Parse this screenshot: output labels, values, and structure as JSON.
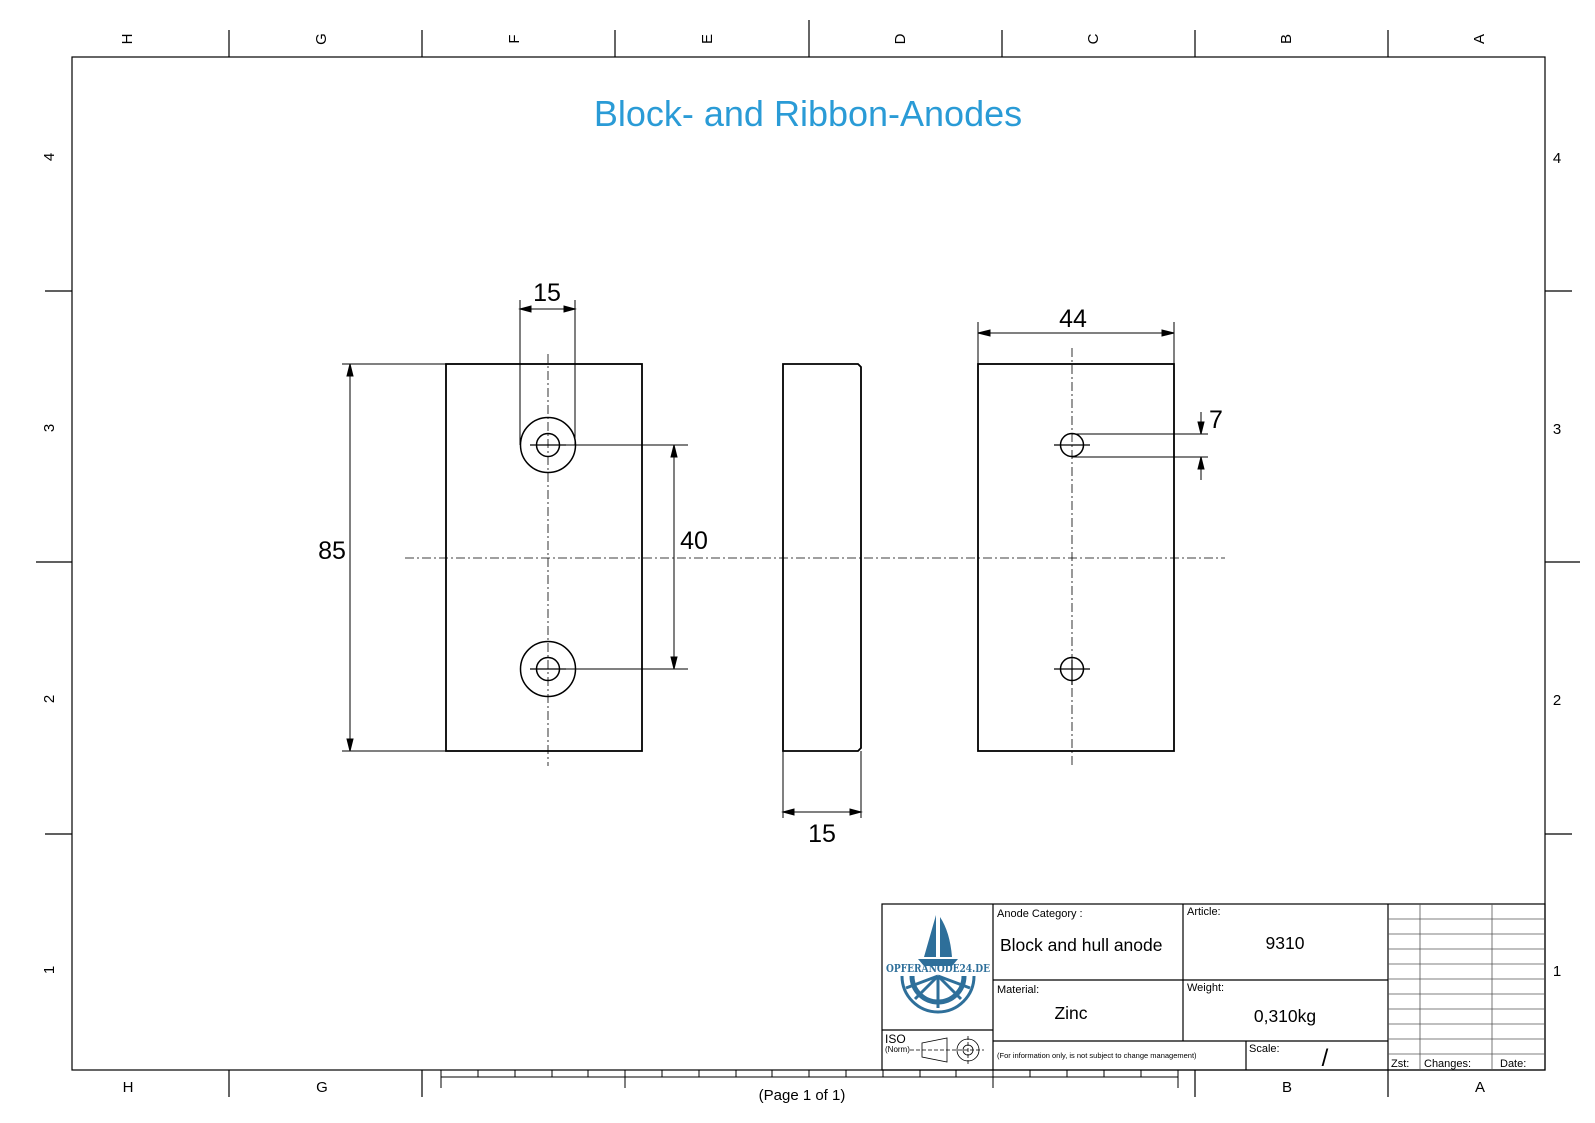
{
  "title": "Block- and Ribbon-Anodes",
  "colors": {
    "title": "#2a9bd6",
    "line": "#000000",
    "logo": "#2e6f9a",
    "grid": "#555555"
  },
  "frame": {
    "columns": [
      "H",
      "G",
      "F",
      "E",
      "D",
      "C",
      "B",
      "A"
    ],
    "rows": [
      "4",
      "3",
      "2",
      "1"
    ]
  },
  "dimensions": {
    "hole_spacing_width": "15",
    "height": "85",
    "hole_pitch": "40",
    "thickness": "15",
    "width": "44",
    "hole_diameter": "7"
  },
  "title_block": {
    "logo_text": "OPFERANODE24.DE",
    "category_label": "Anode Category :",
    "category_value": "Block and hull anode",
    "article_label": "Article:",
    "article_value": "9310",
    "material_label": "Material:",
    "material_value": "Zinc",
    "weight_label": "Weight:",
    "weight_value": "0,310kg",
    "iso_label": "ISO",
    "norm_label": "(Norm)",
    "info_note": "(For information only, is not subject to change management)",
    "scale_label": "Scale:",
    "scale_value": "/",
    "revision_headers": {
      "zst": "Zst:",
      "changes": "Changes:",
      "date": "Date:"
    }
  },
  "footer": {
    "page": "(Page 1 of 1)"
  }
}
